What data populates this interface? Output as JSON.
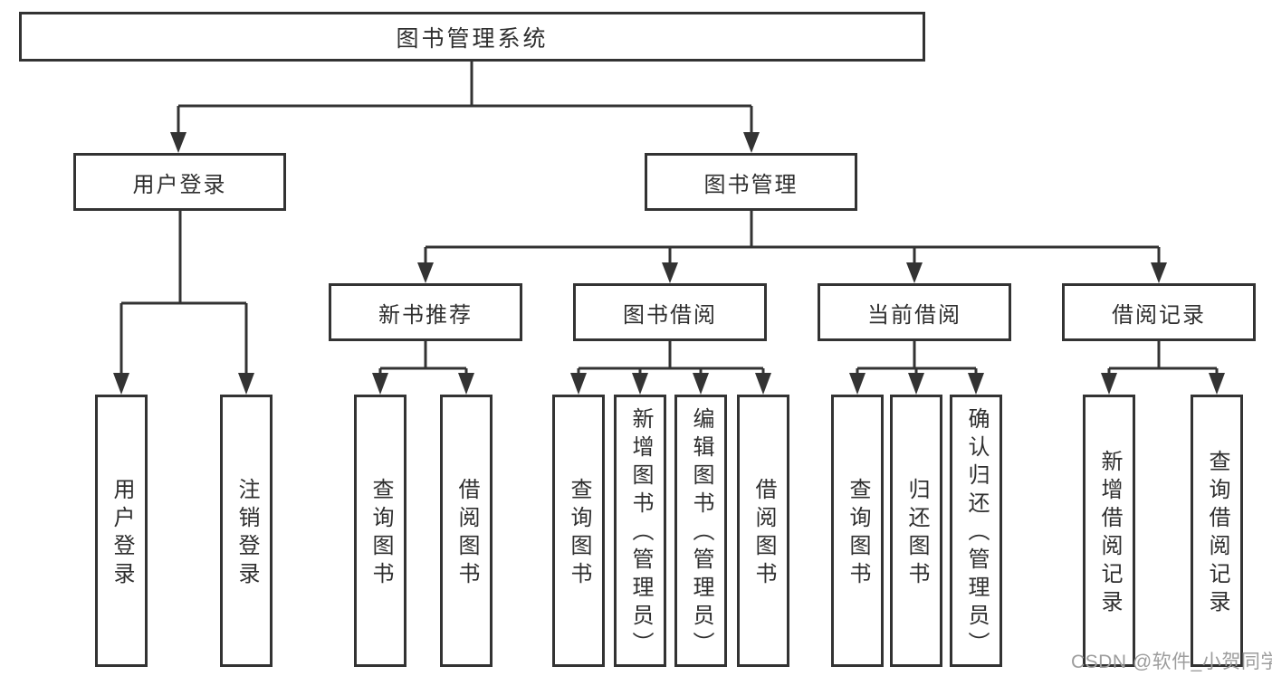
{
  "diagram": {
    "root": {
      "label": "图书管理系统"
    },
    "level2": [
      {
        "label": "用户登录"
      },
      {
        "label": "图书管理"
      }
    ],
    "level3": [
      {
        "label": "新书推荐"
      },
      {
        "label": "图书借阅"
      },
      {
        "label": "当前借阅"
      },
      {
        "label": "借阅记录"
      }
    ],
    "leaves": {
      "user_login": [
        {
          "label": "用户登录"
        },
        {
          "label": "注销登录"
        }
      ],
      "new_book": [
        {
          "label": "查询图书"
        },
        {
          "label": "借阅图书"
        }
      ],
      "borrow": [
        {
          "label": "查询图书"
        },
        {
          "label": "新增图书（管理员）"
        },
        {
          "label": "编辑图书（管理员）"
        },
        {
          "label": "借阅图书"
        }
      ],
      "current": [
        {
          "label": "查询图书"
        },
        {
          "label": "归还图书"
        },
        {
          "label": "确认归还（管理员）"
        }
      ],
      "records": [
        {
          "label": "新增借阅记录"
        },
        {
          "label": "查询借阅记录"
        }
      ]
    },
    "watermark": "CSDN @软件_小贺同学",
    "colors": {
      "line": "#333333",
      "text": "#2f2f2f",
      "watermark": "#9d9d9d",
      "background": "#ffffff"
    }
  }
}
